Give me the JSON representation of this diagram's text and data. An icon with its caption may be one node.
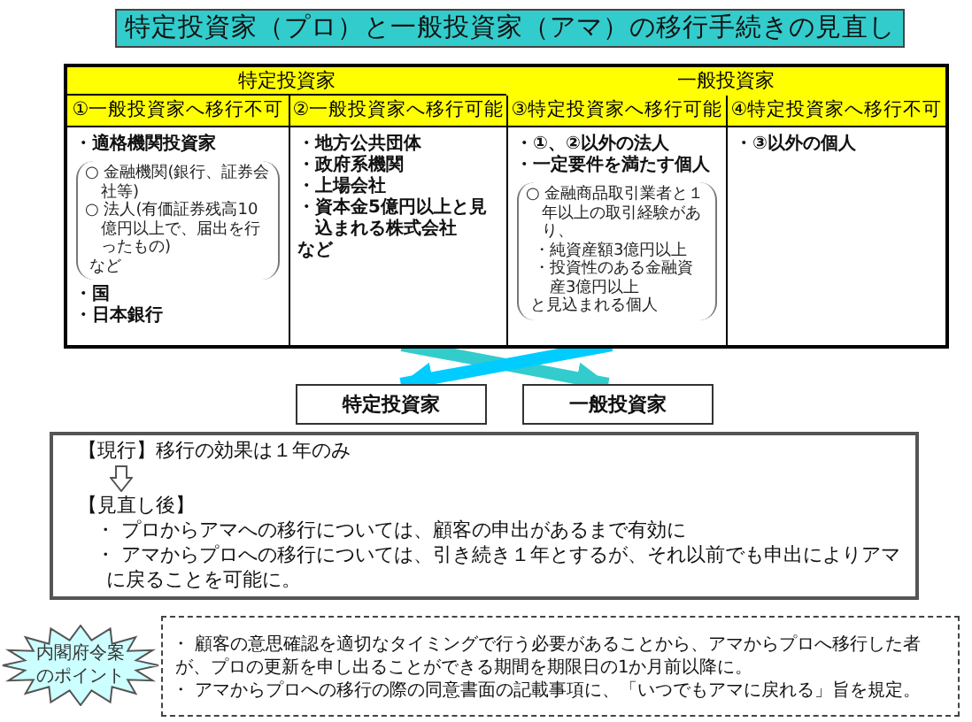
{
  "diagram": {
    "title": "特定投資家（プロ）と一般投資家（アマ）の移行手続きの見直し",
    "nodes": [
      {
        "text": [
          "特定投資家"
        ]
      },
      {
        "text": [
          "①一般投資家へ移行不可",
          "・適格機関投資家",
          "・国",
          "・日本銀行"
        ],
        "in": 0
      },
      {
        "text": [
          "○ 金融機関(銀行、証券会社等)",
          "○ 法人(有価証券残高10億円以上で、届出を行ったもの)",
          "など"
        ],
        "in": 1
      },
      {
        "text": [
          "②一般投資家へ移行可能",
          "・地方公共団体",
          "・政府系機関",
          "・上場会社",
          "・資本金5億円以上と見込まれる株式会社",
          "など"
        ],
        "in": 0
      },
      {
        "text": [
          "一般投資家"
        ]
      },
      {
        "text": [
          "③特定投資家へ移行可能",
          "・①、②以外の法人",
          "・一定要件を満たす個人"
        ],
        "in": 4
      },
      {
        "text": [
          "○ 金融商品取引業者と１年以上の取引経験があり、",
          "・純資産額3億円以上",
          "・投資性のある金融資産3億円以上",
          "と見込まれる個人"
        ],
        "in": 5
      },
      {
        "text": [
          "④特定投資家へ移行不可",
          "・③以外の個人"
        ],
        "in": 4
      },
      {
        "text": [
          "特定投資家"
        ]
      },
      {
        "text": [
          "一般投資家"
        ]
      },
      {
        "text": [
          "【現行】移行の効果は１年のみ",
          "【見直し後】",
          "・ プロからアマへの移行については、顧客の申出があるまで有効に",
          "・ アマからプロへの移行については、引き続き１年とするが、それ以前でも申出によりアマに戻ることを可能に。"
        ]
      },
      {
        "text": [
          "内閣府令案のポイント"
        ]
      },
      {
        "text": [
          "・ 顧客の意思確認を適切なタイミングで行う必要があることから、アマからプロへ移行した者が、プロの更新を申し出ることができる期間を期限日の1か月前以降に。",
          "・ アマからプロへの移行の際の同意書面の記載事項に、「いつでもアマに戻れる」旨を規定。"
        ]
      }
    ],
    "edges": [
      {
        "from": 3,
        "to": 9,
        "arrow": "to",
        "color": "#33cccc"
      },
      {
        "from": 5,
        "to": 8,
        "arrow": "to",
        "color": "#00ccff"
      }
    ]
  }
}
